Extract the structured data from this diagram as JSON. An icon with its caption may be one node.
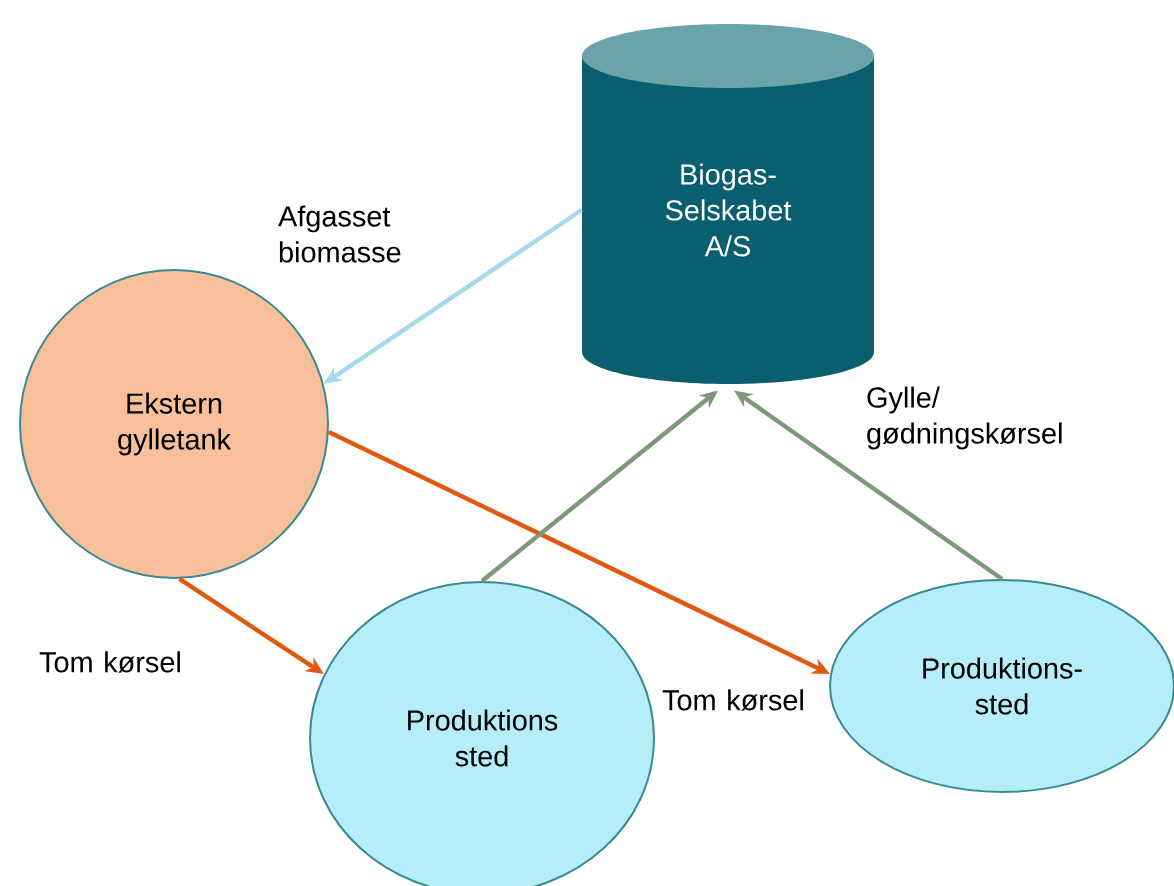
{
  "diagram": {
    "nodes": [
      {
        "text": [
          "Biogas- Selskabet A/S"
        ]
      },
      {
        "text": [
          "Ekstern gylletank"
        ]
      },
      {
        "text": [
          "Produktions sted"
        ]
      },
      {
        "text": [
          "Produktions- sted"
        ]
      }
    ],
    "edges": [
      {
        "from": 0,
        "to": 1,
        "arrow": "to",
        "label": "Afgasset biomasse",
        "color": "#a6d9ef"
      },
      {
        "from": 1,
        "to": 2,
        "arrow": "to",
        "label": "Tom kørsel",
        "color": "#e2580f"
      },
      {
        "from": 1,
        "to": 3,
        "arrow": "to",
        "label": "Tom kørsel",
        "color": "#e2580f"
      },
      {
        "from": 2,
        "to": 0,
        "arrow": "to",
        "color": "#7c9a78"
      },
      {
        "from": 3,
        "to": 0,
        "arrow": "to",
        "label": "Gylle/ gødningskørsel",
        "color": "#7c9a78"
      }
    ]
  }
}
